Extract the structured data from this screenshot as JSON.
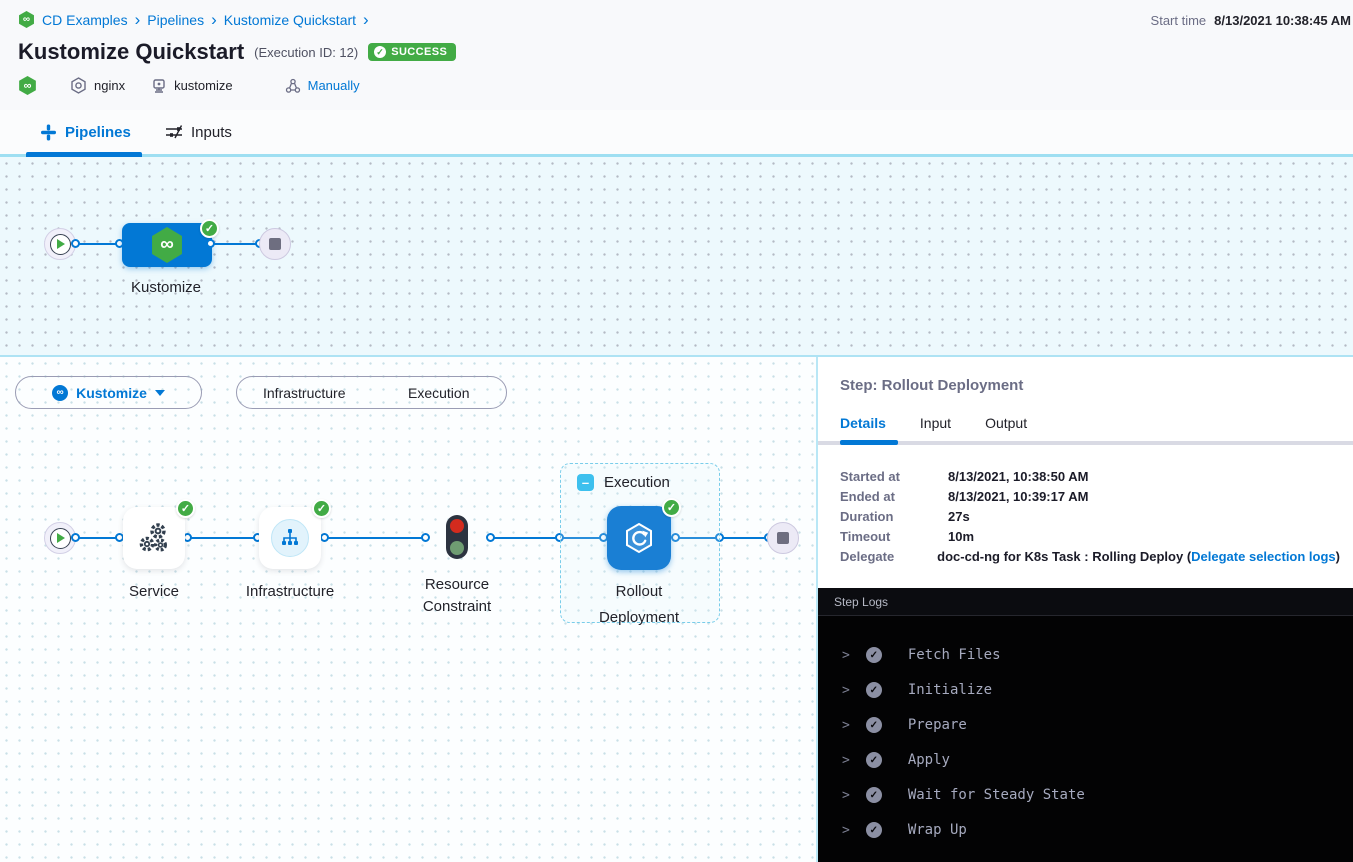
{
  "header": {
    "breadcrumb": {
      "items": [
        "CD Examples",
        "Pipelines",
        "Kustomize Quickstart"
      ],
      "separator": "›"
    },
    "title": "Kustomize Quickstart",
    "execution_id": "(Execution ID: 12)",
    "status": "SUCCESS",
    "start_time_label": "Start time",
    "start_time_value": "8/13/2021 10:38:45 AM",
    "service_tag": "nginx",
    "environment_tag": "kustomize",
    "trigger_tag": "Manually",
    "logo_glyph": "∞",
    "check_glyph": "✓"
  },
  "nav_tabs": {
    "pipelines": "Pipelines",
    "inputs": "Inputs"
  },
  "pipeline_graph": {
    "stage_label": "Kustomize"
  },
  "stage_toolbar": {
    "selected_stage": "Kustomize",
    "toggle_infrastructure": "Infrastructure",
    "toggle_execution": "Execution"
  },
  "stage_graph": {
    "service_label": "Service",
    "infrastructure_label": "Infrastructure",
    "resource_constraint_label": "Resource Constraint",
    "execution_group_label": "Execution",
    "execution_collapse_glyph": "–",
    "rollout_label": "Rollout Deployment"
  },
  "step_panel": {
    "title": "Step: Rollout Deployment",
    "tabs": {
      "details": "Details",
      "input": "Input",
      "output": "Output"
    },
    "details": {
      "rows": [
        {
          "label": "Started at",
          "value": "8/13/2021, 10:38:50 AM"
        },
        {
          "label": "Ended at",
          "value": "8/13/2021, 10:39:17 AM"
        },
        {
          "label": "Duration",
          "value": "27s"
        },
        {
          "label": "Timeout",
          "value": "10m"
        }
      ],
      "delegate_label": "Delegate",
      "delegate_value": "doc-cd-ng for K8s Task : Rolling Deploy (",
      "delegate_link": "Delegate selection logs",
      "delegate_suffix": ")"
    },
    "logs": {
      "title": "Step Logs",
      "chevron_glyph": ">",
      "check_glyph": "✓",
      "entries": [
        "Fetch Files",
        "Initialize",
        "Prepare",
        "Apply",
        "Wait for Steady State",
        "Wrap Up"
      ]
    }
  },
  "colors": {
    "accent_blue": "#0278d5",
    "success_green": "#42ab45",
    "node_blue": "#1a7fd4",
    "canvas_border_cyan": "#aee3f4"
  }
}
